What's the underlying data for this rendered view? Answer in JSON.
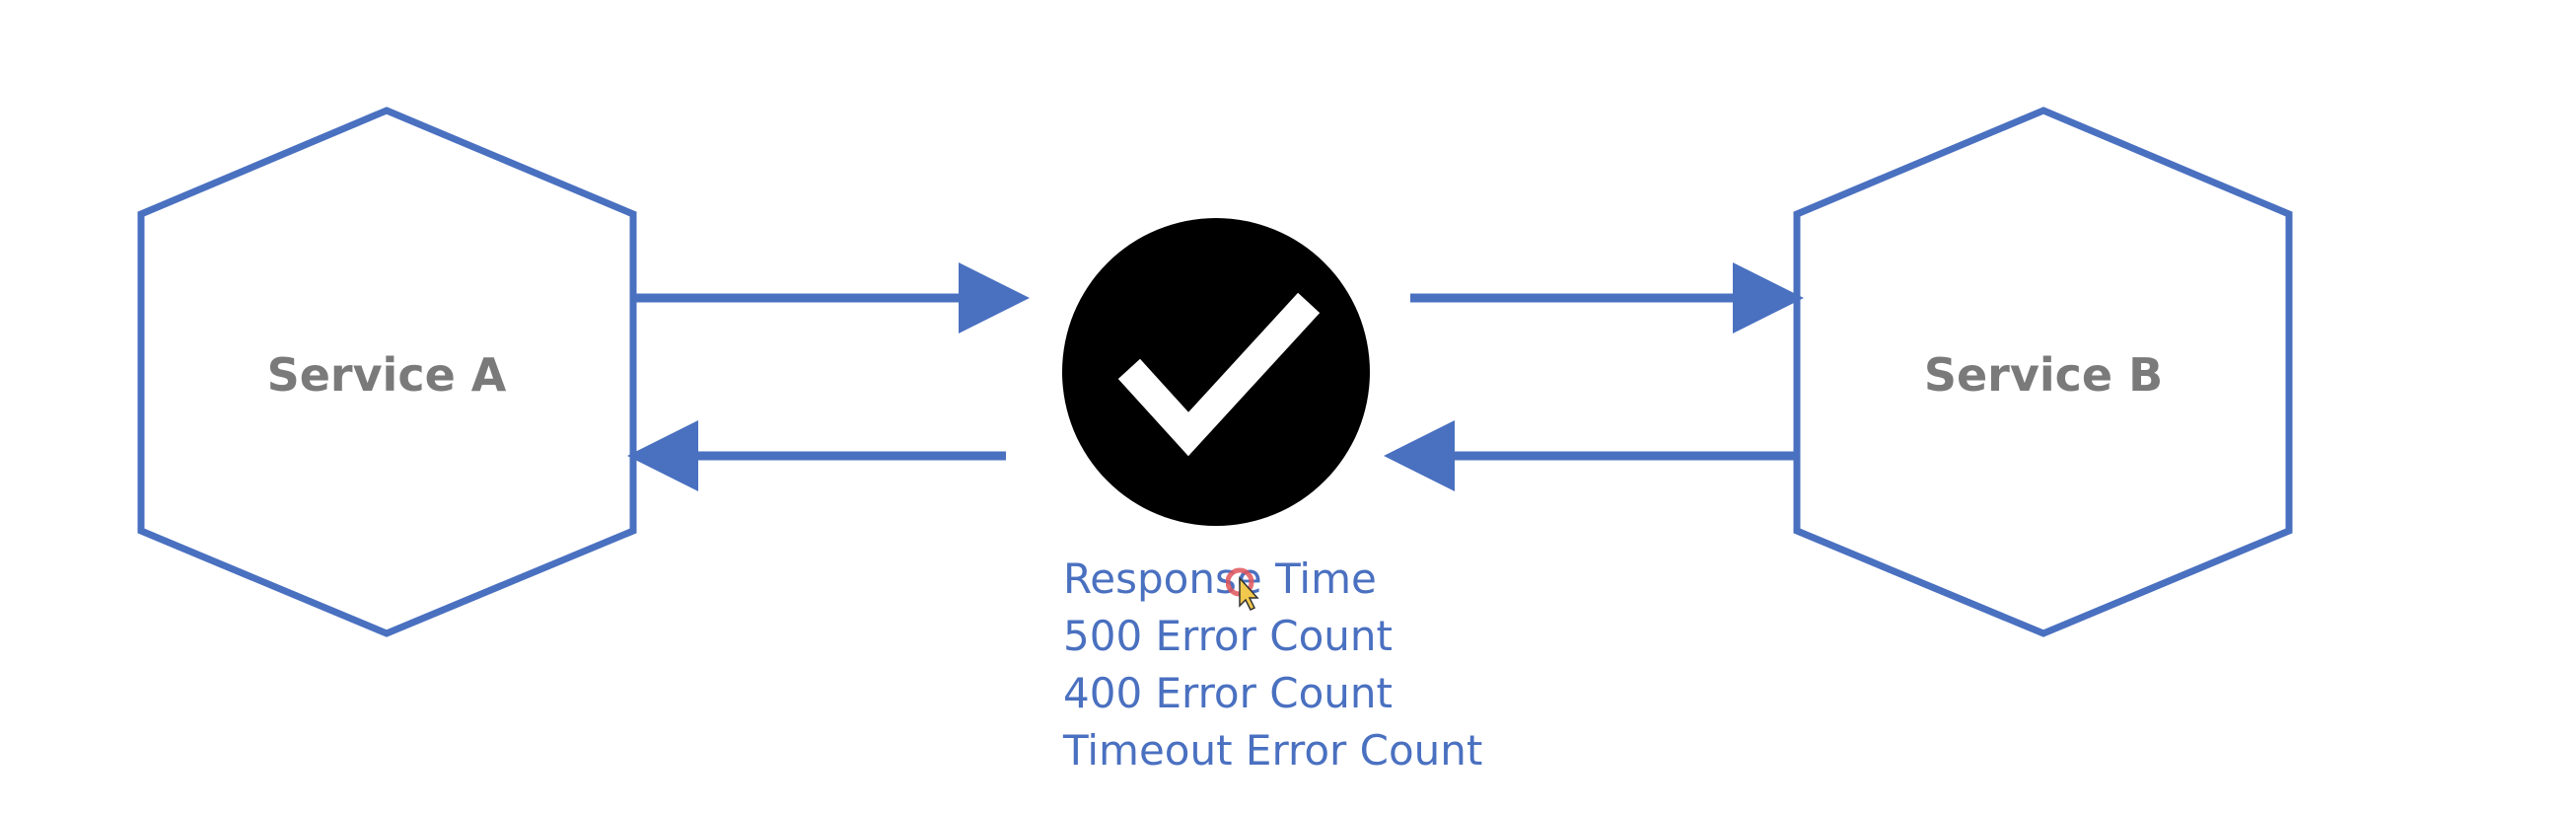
{
  "services": {
    "a": {
      "label": "Service A"
    },
    "b": {
      "label": "Service B"
    }
  },
  "check_node": {
    "icon": "checkmark-icon"
  },
  "metrics": [
    "Response Time",
    "500 Error Count",
    "400 Error Count",
    "Timeout Error Count"
  ],
  "colors": {
    "outline": "#4a70c0",
    "label": "#7a7a7a",
    "circle": "#000000",
    "check": "#ffffff",
    "metric_text": "#4a70c0"
  }
}
